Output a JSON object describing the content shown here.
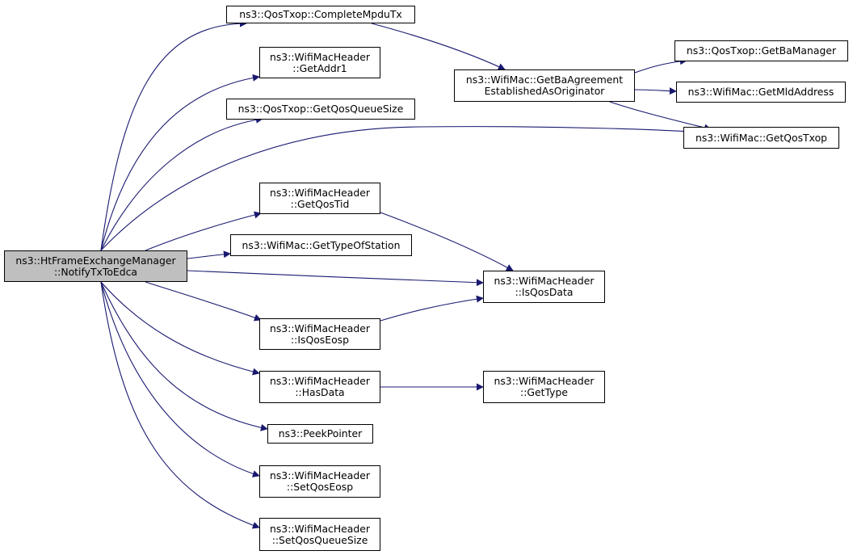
{
  "diagram": {
    "edge_color": "#191970",
    "root_fill": "#bfbfbf",
    "nodes": {
      "root": {
        "lines": [
          "ns3::HtFrameExchangeManager",
          "::NotifyTxToEdca"
        ]
      },
      "complete_mpdu_tx": {
        "lines": [
          "ns3::QosTxop::CompleteMpduTx"
        ]
      },
      "get_addr1": {
        "lines": [
          "ns3::WifiMacHeader",
          "::GetAddr1"
        ]
      },
      "get_qos_queue_size": {
        "lines": [
          "ns3::QosTxop::GetQosQueueSize"
        ]
      },
      "get_qos_tid": {
        "lines": [
          "ns3::WifiMacHeader",
          "::GetQosTid"
        ]
      },
      "get_type_of_station": {
        "lines": [
          "ns3::WifiMac::GetTypeOfStation"
        ]
      },
      "is_qos_eosp": {
        "lines": [
          "ns3::WifiMacHeader",
          "::IsQosEosp"
        ]
      },
      "has_data": {
        "lines": [
          "ns3::WifiMacHeader",
          "::HasData"
        ]
      },
      "peek_pointer": {
        "lines": [
          "ns3::PeekPointer"
        ]
      },
      "set_qos_eosp": {
        "lines": [
          "ns3::WifiMacHeader",
          "::SetQosEosp"
        ]
      },
      "set_qos_queue_size": {
        "lines": [
          "ns3::WifiMacHeader",
          "::SetQosQueueSize"
        ]
      },
      "get_ba_agreement": {
        "lines": [
          "ns3::WifiMac::GetBaAgreement",
          "EstablishedAsOriginator"
        ]
      },
      "is_qos_data": {
        "lines": [
          "ns3::WifiMacHeader",
          "::IsQosData"
        ]
      },
      "get_type": {
        "lines": [
          "ns3::WifiMacHeader",
          "::GetType"
        ]
      },
      "get_ba_manager": {
        "lines": [
          "ns3::QosTxop::GetBaManager"
        ]
      },
      "get_mld_address": {
        "lines": [
          "ns3::WifiMac::GetMldAddress"
        ]
      },
      "get_qos_txop": {
        "lines": [
          "ns3::WifiMac::GetQosTxop"
        ]
      }
    },
    "edges": [
      [
        "root",
        "complete_mpdu_tx"
      ],
      [
        "root",
        "get_addr1"
      ],
      [
        "root",
        "get_qos_queue_size"
      ],
      [
        "root",
        "get_qos_txop"
      ],
      [
        "root",
        "get_qos_tid"
      ],
      [
        "root",
        "get_type_of_station"
      ],
      [
        "root",
        "is_qos_data"
      ],
      [
        "root",
        "is_qos_eosp"
      ],
      [
        "root",
        "has_data"
      ],
      [
        "root",
        "peek_pointer"
      ],
      [
        "root",
        "set_qos_eosp"
      ],
      [
        "root",
        "set_qos_queue_size"
      ],
      [
        "complete_mpdu_tx",
        "get_ba_agreement"
      ],
      [
        "get_ba_agreement",
        "get_ba_manager"
      ],
      [
        "get_ba_agreement",
        "get_mld_address"
      ],
      [
        "get_ba_agreement",
        "get_qos_txop"
      ],
      [
        "get_qos_tid",
        "is_qos_data"
      ],
      [
        "is_qos_eosp",
        "is_qos_data"
      ],
      [
        "has_data",
        "get_type"
      ]
    ]
  }
}
